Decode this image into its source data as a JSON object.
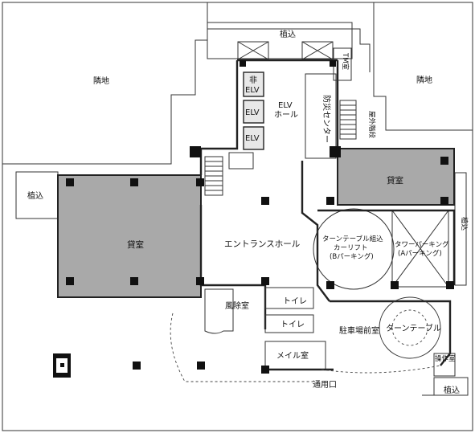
{
  "labels": {
    "neighbor_left": "隣地",
    "neighbor_right": "隣地",
    "planting_top": "植込",
    "planting_left": "植込",
    "planting_right": "植込",
    "planting_bottom": "植込",
    "emergency_elv": [
      "非",
      "ELV"
    ],
    "elv1": "ELV",
    "elv2": "ELV",
    "elv_hall": [
      "ELV",
      "ホール"
    ],
    "disaster_center": "防災センター",
    "outdoor_stairs": "屋外階段",
    "tm_room": "TM室",
    "rental_left": "貸室",
    "rental_right": "貸室",
    "entrance_hall": "エントランスホール",
    "turntable_lift": [
      "ターンテーブル組込",
      "カーリフト",
      "(Bパーキング)"
    ],
    "tower_parking": [
      "タワーパーキング",
      "(Aパーキング)"
    ],
    "windbreak_room": "風除室",
    "toilet1": "トイレ",
    "toilet2": "トイレ",
    "parking_front": "駐車場前室",
    "turntable": "ターンテーブル",
    "operation_room": "操作室",
    "mail_room": "メイル室",
    "service_entrance": "通用口"
  }
}
